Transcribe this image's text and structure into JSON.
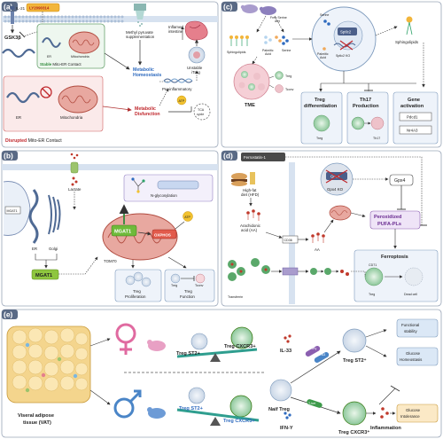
{
  "panels": [
    {
      "letter": "(a)",
      "color": "#5a6a85"
    },
    {
      "letter": "(b)",
      "color": "#5a6a85"
    },
    {
      "letter": "(c)",
      "color": "#5a6a85"
    },
    {
      "letter": "(d)",
      "color": "#5a6a85"
    },
    {
      "letter": "(e)",
      "color": "#5a6a85"
    }
  ],
  "a": {
    "il21": "IL-21",
    "ly": "LY2090314",
    "gsk": "GSK3β",
    "er": "ER",
    "mito": "Mitochondria",
    "stable_1": "Stable",
    "stable_2": " Mito-ER Contact",
    "er2": "ER",
    "mito2": "Mitochondria",
    "disrupted_1": "Disrupted",
    "disrupted_2": " Mito-ER Contact",
    "methyl_1": "Methyl pyruvate",
    "methyl_2": "supplementation",
    "inflamed_1": "Inflamed",
    "inflamed_2": "intestine",
    "metab_homeo_1": "Metabolic",
    "metab_homeo_2": "Homeostasis",
    "proinfl": "Pro-inflammatory",
    "unstable_1": "Unstable",
    "unstable_2": "iTreg",
    "metab_dys_1": "Metabolic",
    "metab_dys_2": "Disfunction",
    "atp": "ATP",
    "tca_1": "TCA",
    "tca_2": "cycle"
  },
  "b": {
    "lactate": "Lactate",
    "mgat1_mem": "MGAT1",
    "er": "ER",
    "golgi": "Golgi",
    "mgat1": "MGAT1",
    "nglyco": "N-glycosylation",
    "mgat1_mito": "MGAT1",
    "oxphos": "OXPHOS",
    "atp": "ATP",
    "tom70": "TOM70",
    "treg_prolif_1": "Treg",
    "treg_prolif_2": "Proliferation",
    "treg_small": "Treg",
    "tconv_small": "Tconv",
    "treg_func_1": "Treg",
    "treg_func_2": "Function"
  },
  "c": {
    "free_serine_1": "Free Serine",
    "free_serine_2": "diet",
    "sphingolipids_left": "Sphingolipids",
    "serine": "Serine",
    "palmitic_1": "Palmitic",
    "palmitic_2": "Acid",
    "sphingolipids_right": "Sphingolipids",
    "serine_in": "Serine",
    "palmitic_in_1": "Palmitic",
    "palmitic_in_2": "Acid",
    "sptlc2": "Sptlc2",
    "sptlc2_ko": "Sptlc2 KO",
    "tme": "TME",
    "treg": "Treg",
    "tconv": "Tconv",
    "box1_1": "Treg",
    "box1_2": "differentiation",
    "box1_cell": "Treg",
    "box2_1": "Th17",
    "box2_2": "Production",
    "box2_cell": "Th17",
    "box3_1": "Gene",
    "box3_2": "activation",
    "pdcd1": "Pdcd1",
    "nr4a3": "Nr4A3"
  },
  "d": {
    "fer": "Ferrostatin-1",
    "hfd_1": "High-fat",
    "hfd_2": "diet (HFD)",
    "aa_1": "Arachidonic",
    "aa_2": "acid (AA)",
    "cd36": "CD36",
    "aa": "AA",
    "gpx4_ko_inner": "Gpx4",
    "gpx4_ko": "Gpx4 KO",
    "gpx4": "Gpx4",
    "perox_1": "Peroxidized",
    "perox_2": "PUFA-PLs",
    "ferroptosis": "Ferroptosis",
    "cd71": "CD71",
    "treg": "Treg",
    "dead": "Dead cell",
    "transferrin": "Transferrin"
  },
  "e": {
    "vat_1": "Viseral adipose",
    "vat_2": "tissue (VAT)",
    "st2_f": "Treg ST2+",
    "cxcr3_f": "Treg CXCR3+",
    "st2_m": "Treg ST2+",
    "cxcr3_m": "Treg CXCR3+",
    "il33": "IL-33",
    "ifng": "IFN-Y",
    "naive": "Naif Treg",
    "st2_res": "Treg ST2⁺",
    "cxcr3_res": "Treg CXCR3⁺",
    "functional_1": "Functional",
    "functional_2": "stability",
    "glucose_h_1": "Glucose",
    "glucose_h_2": "Homeostasis",
    "glucose_i_1": "Glucose",
    "glucose_i_2": "Intolerance",
    "inflammation": "Inflammation",
    "gata3": "GATA3",
    "pparg": "PPARγ",
    "tbet": "T-bet"
  }
}
